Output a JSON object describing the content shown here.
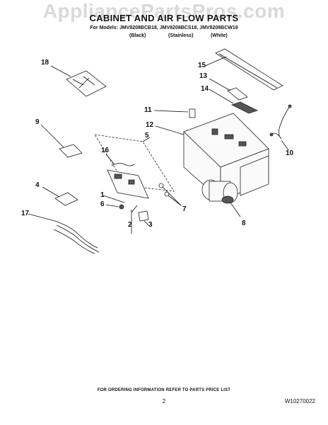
{
  "watermark": "AppliancePartsPros.com",
  "header": {
    "title": "CABINET AND AIR FLOW PARTS",
    "models_line": "For Models: JMV8208BCB18, JMV8208BCS18, JMV8208BCW19",
    "variants": [
      "(Black)",
      "(Stainless)",
      "(White)"
    ]
  },
  "callouts": [
    "18",
    "15",
    "13",
    "14",
    "11",
    "12",
    "10",
    "9",
    "5",
    "16",
    "4",
    "1",
    "6",
    "2",
    "3",
    "7",
    "8",
    "17"
  ],
  "footer": {
    "note": "FOR ORDERING INFORMATION REFER TO PARTS PRICE LIST",
    "page": "2",
    "part_number": "W10270022"
  }
}
